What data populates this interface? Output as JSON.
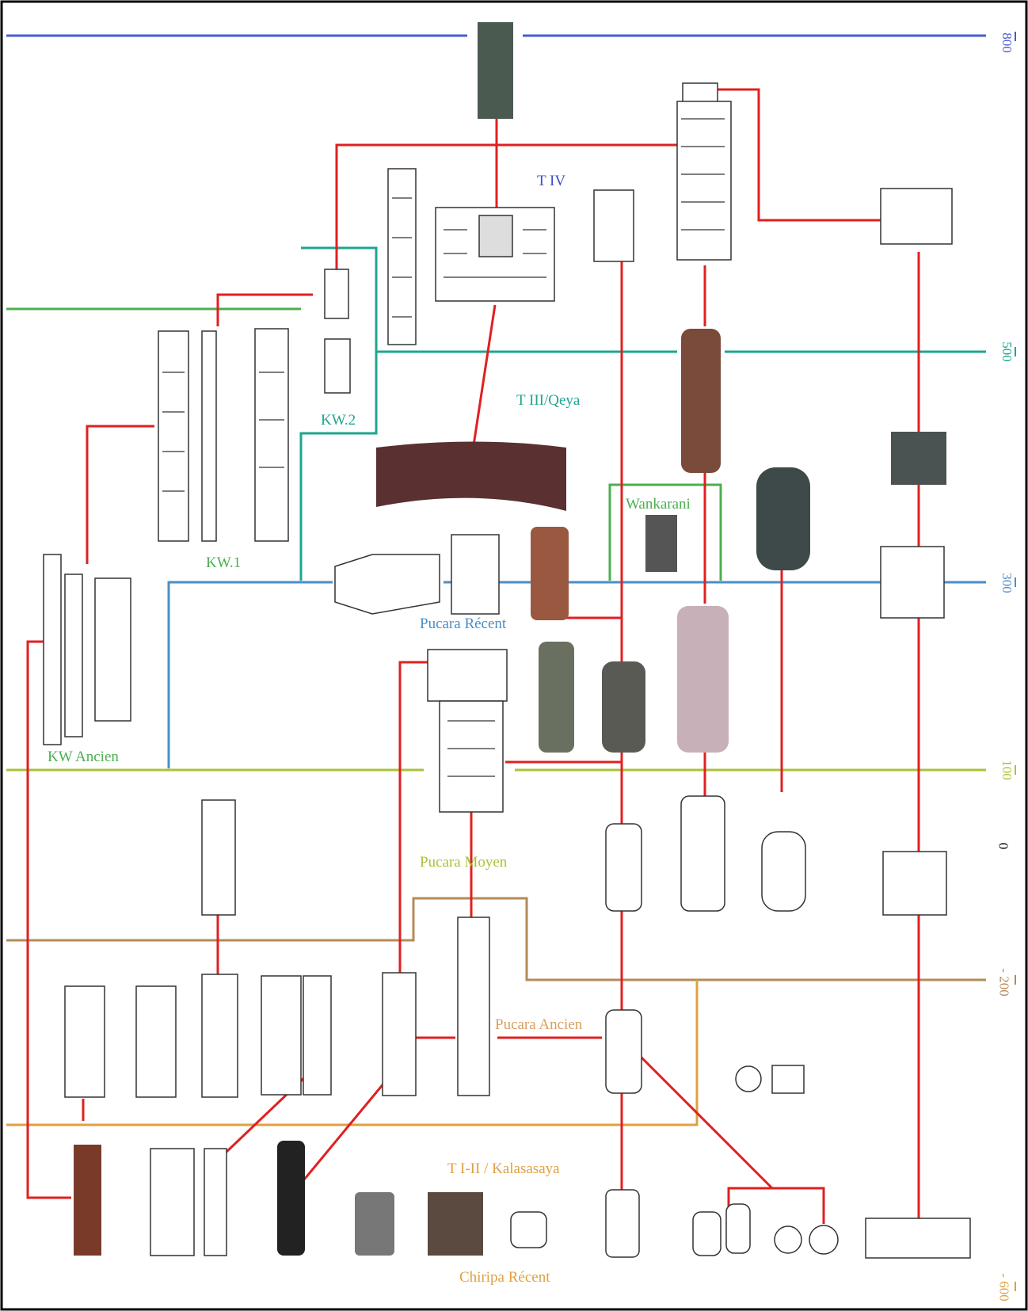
{
  "timescale": {
    "ticks": [
      {
        "id": "t800",
        "label": "800",
        "color": "#4a5bd0"
      },
      {
        "id": "t500",
        "label": "500",
        "color": "#1fa58f"
      },
      {
        "id": "t300",
        "label": "300",
        "color": "#4a8ec8"
      },
      {
        "id": "t100",
        "label": "100",
        "color": "#a9c23a"
      },
      {
        "id": "t0",
        "label": "0",
        "color": "#000000"
      },
      {
        "id": "tm200",
        "label": "- 200",
        "color": "#b58a5a"
      },
      {
        "id": "tm600",
        "label": "- 600",
        "color": "#e0a040"
      }
    ]
  },
  "periods": {
    "t_iv": {
      "label": "T IV",
      "color": "#3c4fc4"
    },
    "t_iii": {
      "label": "T III/Qeya",
      "color": "#1fa58f"
    },
    "kw2": {
      "label": "KW.2",
      "color": "#1fa58f"
    },
    "kw1": {
      "label": "KW.1",
      "color": "#4caf50"
    },
    "wankarani": {
      "label": "Wankarani",
      "color": "#4caf50"
    },
    "pucara_recent": {
      "label": "Pucara Récent",
      "color": "#4a8ec8"
    },
    "kw_ancien": {
      "label": "KW Ancien",
      "color": "#4caf50"
    },
    "pucara_moyen": {
      "label": "Pucara Moyen",
      "color": "#a9c23a"
    },
    "pucara_ancien": {
      "label": "Pucara Ancien",
      "color": "#d8a060"
    },
    "t_i_ii": {
      "label": "T I-II / Kalasasaya",
      "color": "#e0a040"
    },
    "chiripa": {
      "label": "Chiripa Récent",
      "color": "#e0a040"
    }
  },
  "colors": {
    "lineage": "#e02020",
    "frame": "#000000",
    "sculpture_stroke": "#333333",
    "stone_dark": "#4a5a50",
    "stone_brown": "#7a4a3a",
    "stone_red": "#9a4a38",
    "stone_grey": "#6a7070",
    "stone_pink": "#c8b0b8"
  }
}
